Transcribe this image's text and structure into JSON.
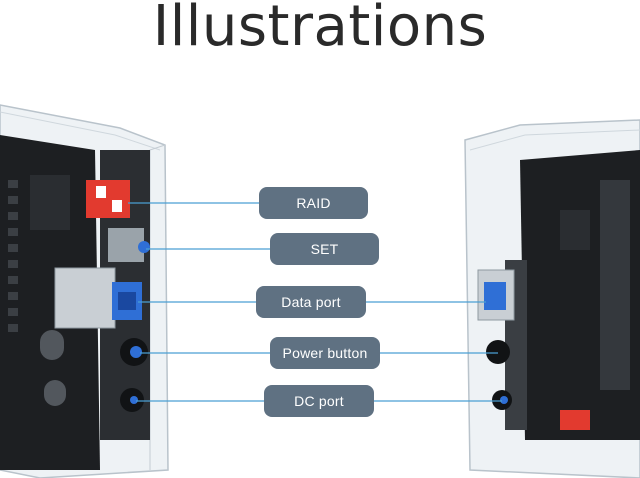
{
  "title": "Illustrations",
  "labels": {
    "raid": "RAID",
    "set": "SET",
    "data_port": "Data port",
    "power_button": "Power button",
    "dc_port": "DC port"
  },
  "colors": {
    "label_bg": "#5f7182",
    "leader_line": "#4a9fd3",
    "usb_blue": "#2f6fd6",
    "raid_red": "#e23a2f"
  }
}
